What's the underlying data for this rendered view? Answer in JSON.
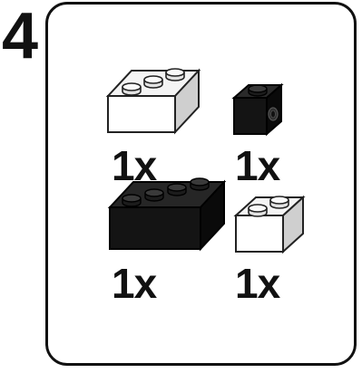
{
  "step": {
    "number": "4"
  },
  "parts": [
    {
      "name": "brick-1x3",
      "color": "white",
      "color_hex": "#f2f2f2",
      "quantity_label": "1x"
    },
    {
      "name": "brick-1x1-with-side-stud",
      "color": "black",
      "color_hex": "#111111",
      "quantity_label": "1x"
    },
    {
      "name": "brick-1x4",
      "color": "black",
      "color_hex": "#111111",
      "quantity_label": "1x"
    },
    {
      "name": "brick-1x2",
      "color": "white",
      "color_hex": "#f2f2f2",
      "quantity_label": "1x"
    }
  ]
}
